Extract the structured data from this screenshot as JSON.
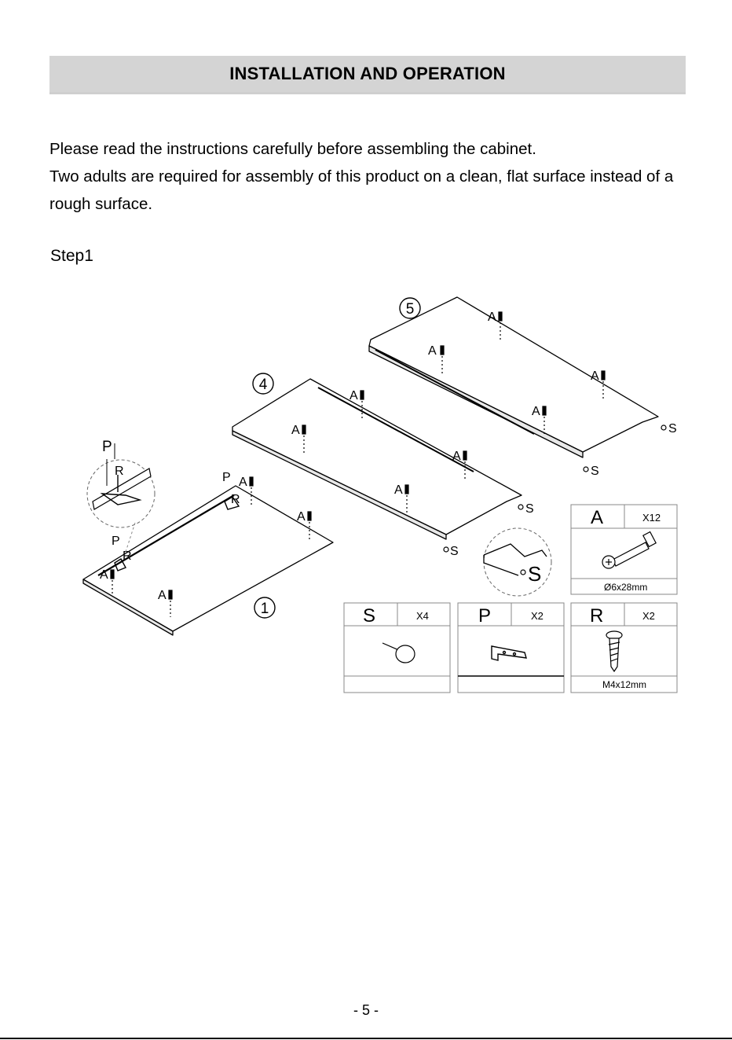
{
  "header": {
    "title": "INSTALLATION AND OPERATION"
  },
  "intro": {
    "line1": "Please read the instructions carefully before assembling the cabinet.",
    "line2": "Two adults are required for assembly of this product on a clean, flat surface instead of a rough surface."
  },
  "step": {
    "label": "Step1"
  },
  "diagram": {
    "panels": {
      "p1": "1",
      "p4": "4",
      "p5": "5"
    },
    "callouts": {
      "A": "A",
      "S": "S",
      "P": "P",
      "R": "R"
    }
  },
  "hardware": {
    "A": {
      "letter": "A",
      "qty": "X12",
      "size": "Ø6x28mm"
    },
    "S": {
      "letter": "S",
      "qty": "X4",
      "size": ""
    },
    "P": {
      "letter": "P",
      "qty": "X2",
      "size": ""
    },
    "R": {
      "letter": "R",
      "qty": "X2",
      "size": "M4x12mm"
    }
  },
  "footer": {
    "page": "- 5 -"
  }
}
